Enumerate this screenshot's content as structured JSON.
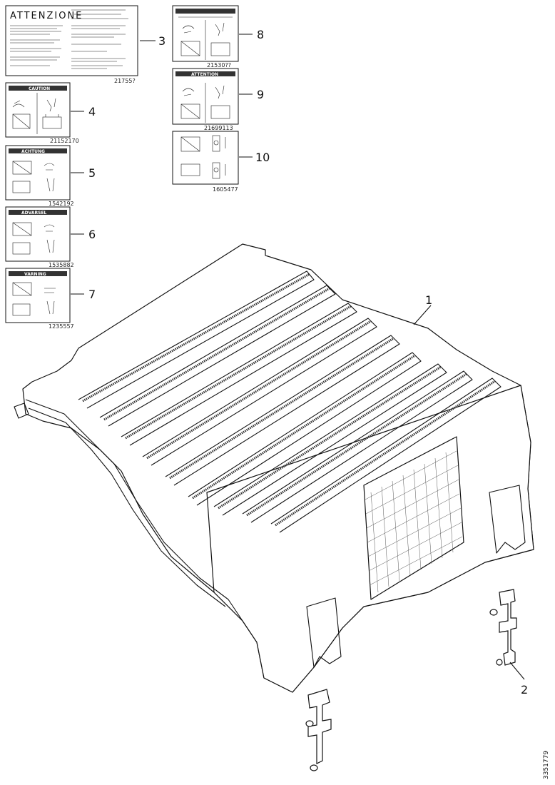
{
  "diagram": {
    "callouts": [
      {
        "id": "c1",
        "text": "1"
      },
      {
        "id": "c2",
        "text": "2"
      },
      {
        "id": "c3",
        "text": "3"
      },
      {
        "id": "c4",
        "text": "4"
      },
      {
        "id": "c5",
        "text": "5"
      },
      {
        "id": "c6",
        "text": "6"
      },
      {
        "id": "c7",
        "text": "7"
      },
      {
        "id": "c8",
        "text": "8"
      },
      {
        "id": "c9",
        "text": "9"
      },
      {
        "id": "c10",
        "text": "10"
      }
    ],
    "figure_number": "3351779",
    "labels": {
      "attenzione_heading": "ATTENZIONE",
      "label3_part": "21755?",
      "label4_header": "CAUTION",
      "label4_part": "21152170",
      "label5_header": "ACHTUNG",
      "label5_part": "1542192",
      "label6_header": "ADVARSEL",
      "label6_part": "1535882",
      "label7_header": "VARNING",
      "label7_part": "1235557",
      "label8_part": "21530??",
      "label9_header": "ATTENTION",
      "label9_part": "21699113",
      "label10_part": "1605477"
    }
  }
}
